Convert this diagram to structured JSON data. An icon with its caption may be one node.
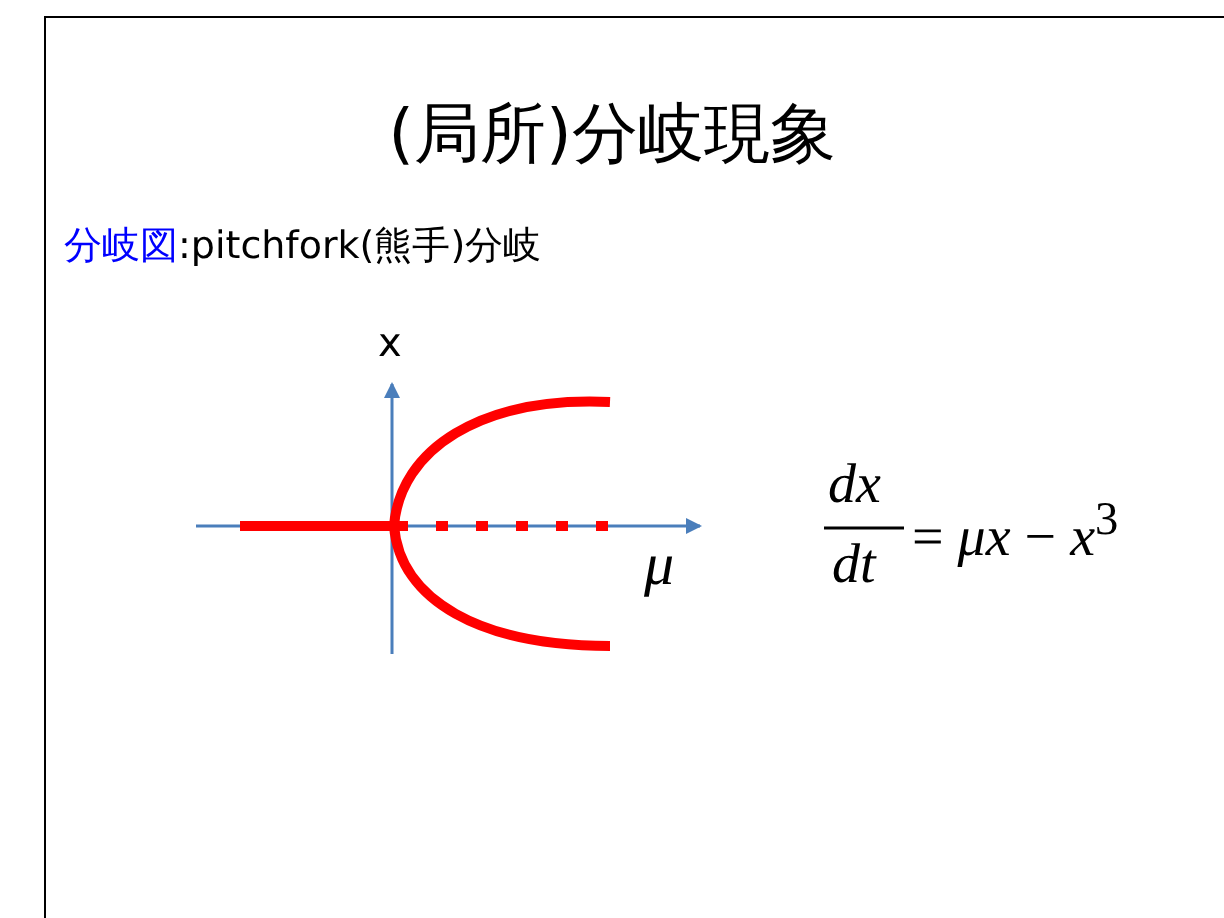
{
  "diagram": {
    "title": "(局所)分岐現象",
    "labels": [
      "分岐図",
      ":pitchfork(熊手)分岐",
      "x",
      "μ",
      "dx",
      "dt",
      "= *μx* − *x*$^{3}$"
    ]
  }
}
